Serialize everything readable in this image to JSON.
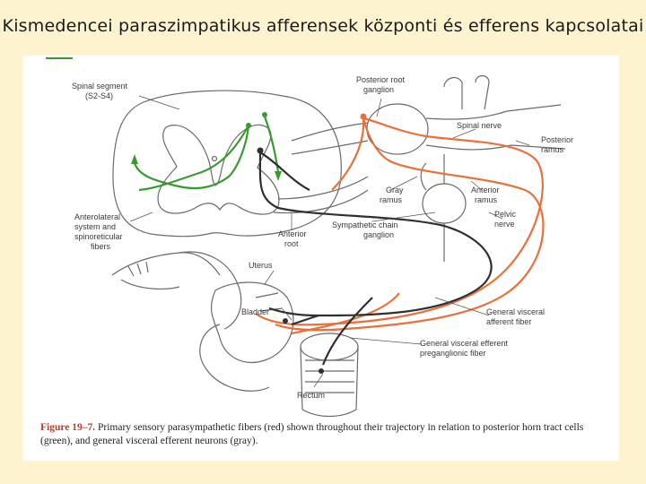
{
  "slide": {
    "title": "Kismedencei paraszimpatikus afferensek központi és efferens kapcsolatai"
  },
  "figure": {
    "labels": {
      "spinal_segment": "Spinal segment",
      "spinal_segment_range": "(S2-S4)",
      "posterior_root": "Posterior root",
      "ganglion": "ganglion",
      "spinal_nerve": "Spinal nerve",
      "posterior": "Posterior",
      "ramus": "ramus",
      "anterior": "Anterior",
      "anterior_ramus_2": "ramus",
      "gray": "Gray",
      "gray_ramus": "ramus",
      "pelvic": "Pelvic",
      "nerve": "nerve",
      "anterolateral": "Anterolateral",
      "system_and": "system and",
      "spinoreticular": "spinoreticular",
      "fibers": "fibers",
      "anterior_root_1": "Anterior",
      "anterior_root_2": "root",
      "sympathetic_chain": "Sympathetic chain",
      "sympathetic_ganglion": "ganglion",
      "uterus": "Uterus",
      "bladder": "Bladder",
      "gva_1": "General visceral",
      "gva_2": "afferent fiber",
      "gve_1": "General visceral efferent",
      "gve_2": "preganglionic fiber",
      "rectum": "Rectum"
    },
    "caption": {
      "number": "Figure 19–7.",
      "text": "Primary sensory parasympathetic fibers (red) shown throughout their trajectory in relation to posterior horn tract cells (green), and general visceral efferent neurons (gray)."
    },
    "colors": {
      "sensory_red": "#e8703a",
      "tract_green": "#3a9a32",
      "efferent_gray": "#2f2f2f",
      "outline": "#6a6a6a"
    }
  }
}
